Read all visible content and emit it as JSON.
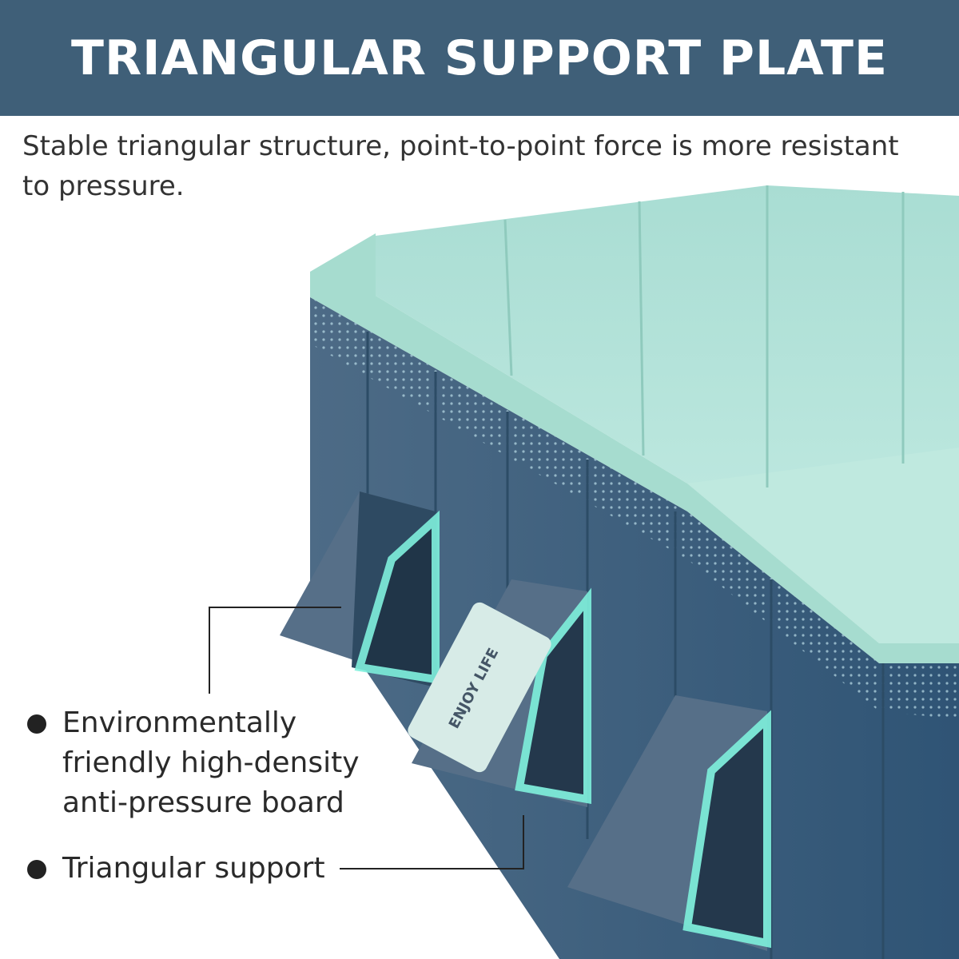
{
  "header": {
    "title": "TRIANGULAR SUPPORT PLATE"
  },
  "subtitle": "Stable triangular structure, point-to-point force is more resistant to pressure.",
  "callouts": [
    {
      "text": "Environmentally friendly high-density anti-pressure board"
    },
    {
      "text": "Triangular support"
    }
  ],
  "label": {
    "brand": "ENJOY LIFE"
  },
  "colors": {
    "header": "#3f5f78",
    "wall": "#3d5f7a",
    "interior": "#b5e3da",
    "glow": "#7ff0dc"
  }
}
